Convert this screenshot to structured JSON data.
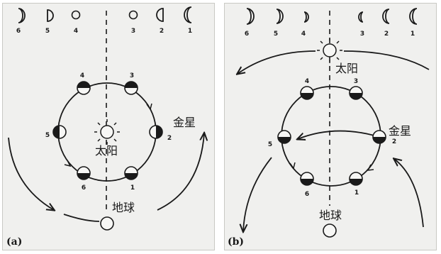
{
  "panels": [
    {
      "panel_label": "(a)",
      "labels": {
        "sun": "太阳",
        "venus": "金星",
        "earth": "地球"
      },
      "phase_row": [
        "6",
        "5",
        "4",
        "3",
        "2",
        "1"
      ],
      "orbit_positions": [
        "4",
        "3",
        "5",
        "2",
        "6",
        "1"
      ]
    },
    {
      "panel_label": "(b)",
      "labels": {
        "sun": "太阳",
        "venus": "金星",
        "earth": "地球"
      },
      "phase_row": [
        "6",
        "5",
        "4",
        "3",
        "2",
        "1"
      ],
      "orbit_positions": [
        "4",
        "3",
        "5",
        "2",
        "6",
        "1"
      ]
    }
  ],
  "colors": {
    "ink": "#1a1a1a",
    "paper": "#f0f0ee"
  }
}
